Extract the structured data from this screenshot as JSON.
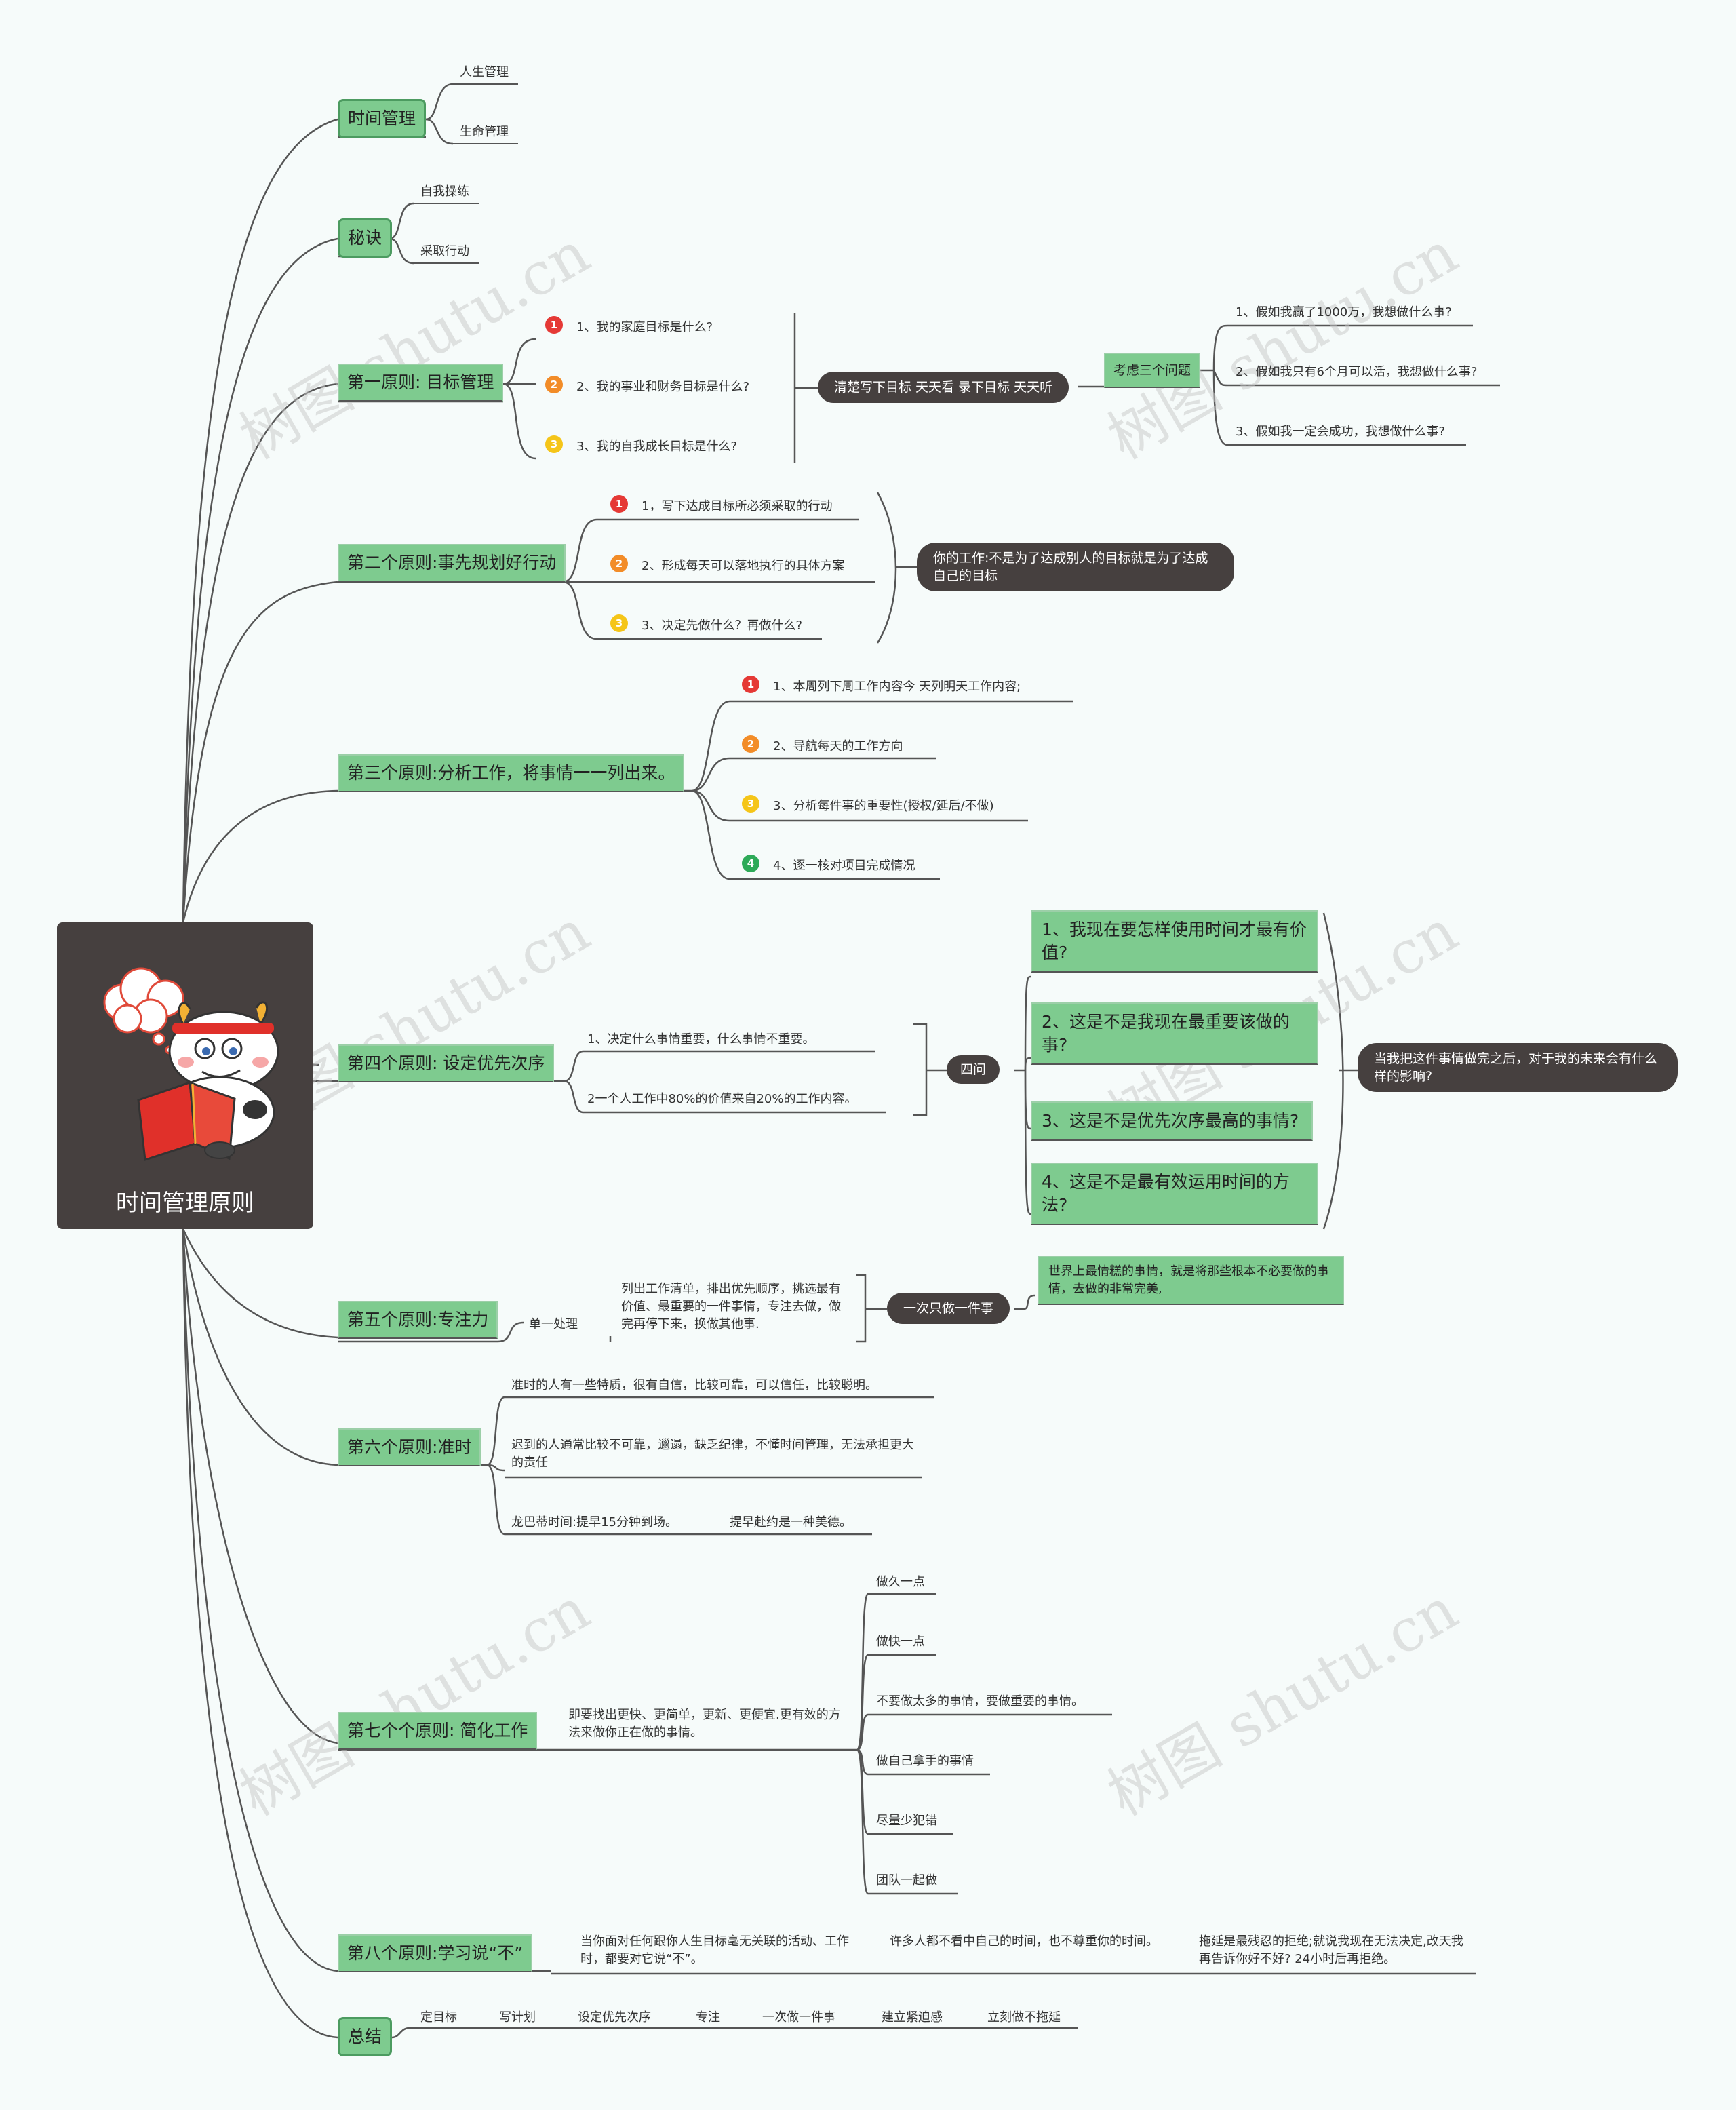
{
  "root": {
    "title": "时间管理原则"
  },
  "colors": {
    "green": "#7ecb8f",
    "dark": "#46403f",
    "line": "#555555",
    "n1": "#e53935",
    "n2": "#f28c28",
    "n3": "#f5c518",
    "n4": "#2eaa58"
  },
  "watermark": "树图 shutu.cn",
  "b1": {
    "label": "时间管理",
    "items": [
      "人生管理",
      "生命管理"
    ]
  },
  "b2": {
    "label": "秘诀",
    "items": [
      "自我操练",
      "采取行动"
    ]
  },
  "b3": {
    "label": "第一原则: 目标管理",
    "items": [
      "1、我的家庭目标是什么?",
      "2、我的事业和财务目标是什么?",
      "3、我的自我成长目标是什么?"
    ],
    "summary": "清楚写下目标 天天看 录下目标 天天听",
    "consider": "考虑三个问题",
    "questions": [
      "1、假如我赢了1000万，我想做什么事?",
      "2、假如我只有6个月可以活，我想做什么事?",
      "3、假如我一定会成功，我想做什么事?"
    ]
  },
  "b4": {
    "label": "第二个原则:事先规划好行动",
    "items": [
      "1，写下达成目标所必须采取的行动",
      "2、形成每天可以落地执行的具体方案",
      "3、决定先做什么？再做什么?"
    ],
    "summary": "你的工作:不是为了达成别人的目标就是为了达成自己的目标"
  },
  "b5": {
    "label": "第三个原则:分析工作，将事情一一列出来。",
    "items": [
      "1、本周列下周工作内容今 天列明天工作内容;",
      "2、导航每天的工作方向",
      "3、分析每件事的重要性(授权/延后/不做)",
      "4、逐一核对项目完成情况"
    ]
  },
  "b6": {
    "label": "第四个原则: 设定优先次序",
    "items": [
      "1、决定什么事情重要，什么事情不重要。",
      "2一个人工作中80%的价值来自20%的工作内容。"
    ],
    "ask": "四问",
    "questions": [
      "1、我现在要怎样使用时间才最有价值?",
      "2、这是不是我现在最重要该做的事?",
      "3、这是不是优先次序最高的事情?",
      "4、这是不是最有效运用时间的方法?"
    ],
    "summary": "当我把这件事情做完之后，对于我的未来会有什么样的影响?"
  },
  "b7": {
    "label": "第五个原则:专注力",
    "sub": "单一处理",
    "desc": "列出工作清单，排出优先顺序，挑选最有价值、最重要的一件事情，专注去做，做完再停下来，换做其他事.",
    "summary": "一次只做一件事",
    "note": "世界上最情糕的事情，就是将那些根本不必要做的事情，去做的非常完美,"
  },
  "b8": {
    "label": "第六个原则:准时",
    "items": [
      "准时的人有一些特质，很有自信，比较可靠，可以信任，比较聪明。",
      "迟到的人通常比较不可靠，邋遢，缺乏纪律，不懂时间管理，无法承担更大的责任",
      "龙巴蒂时间:提早15分钟到场。"
    ],
    "extra": "提早赴约是一种美德。"
  },
  "b9": {
    "label": "第七个个原则: 简化工作",
    "desc": "即要找出更快、更简单，更新、更便宜.更有效的方法来做你正在做的事情。",
    "items": [
      "做久一点",
      "做快一点",
      "不要做太多的事情，要做重要的事情。",
      "做自己拿手的事情",
      "尽量少犯错",
      "团队一起做"
    ]
  },
  "b10": {
    "label": "第八个原则:学习说“不”",
    "chain": [
      "当你面对任何跟你人生目标毫无关联的活动、工作时，都要对它说“不”。",
      "许多人都不看中自己的时间，也不尊重你的时间。",
      "拖延是最残忍的拒绝;就说我现在无法决定,改天我再告诉你好不好? 24小时后再拒绝。"
    ]
  },
  "b11": {
    "label": "总结",
    "chain": [
      "定目标",
      "写计划",
      "设定优先次序",
      "专注",
      "一次做一件事",
      "建立紧迫感",
      "立刻做不拖延"
    ]
  }
}
